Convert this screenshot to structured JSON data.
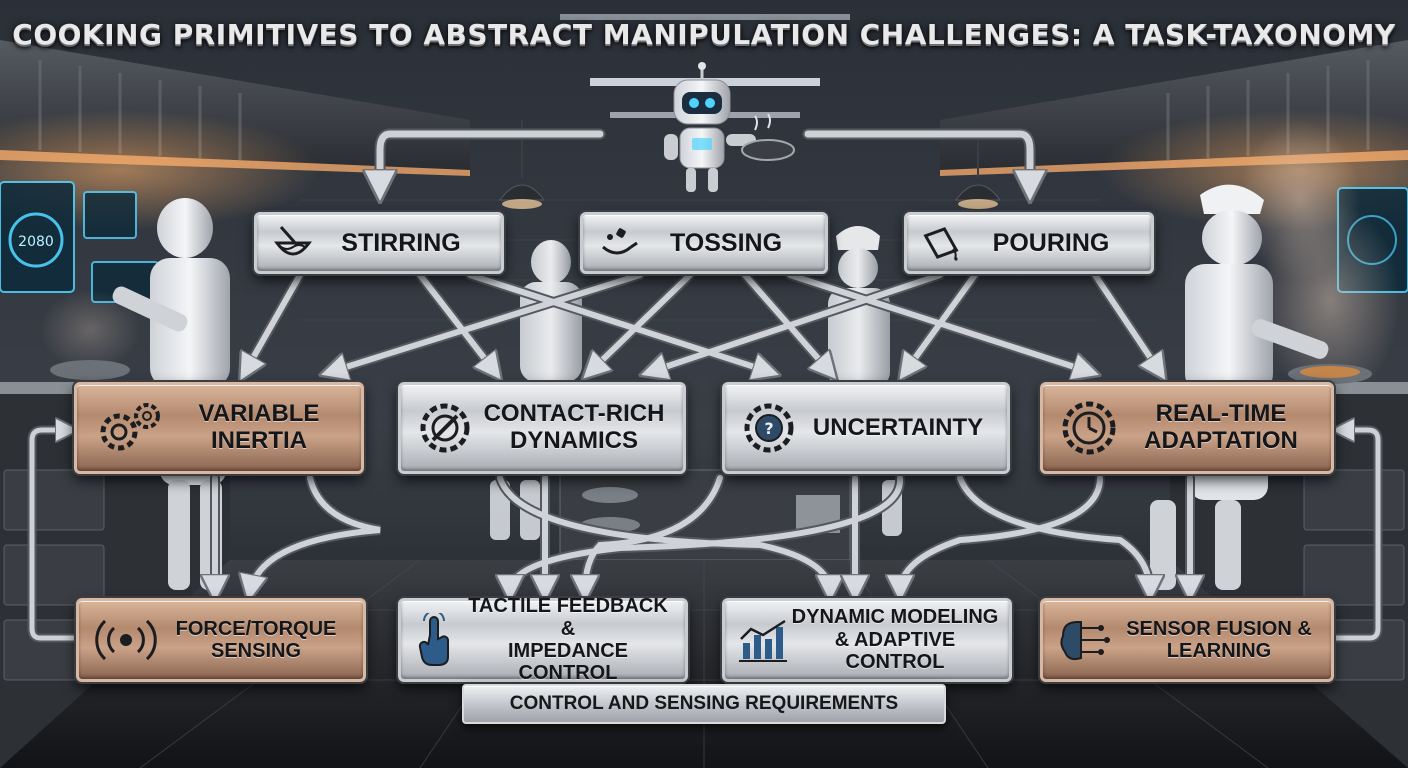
{
  "title": "COOKING PRIMITIVES TO ABSTRACT MANIPULATION CHALLENGES: A TASK-TAXONOMY",
  "screen_readout": "2080",
  "primitives": [
    {
      "label": "STIRRING",
      "icon": "bowl-spoon-icon"
    },
    {
      "label": "TOSSING",
      "icon": "pan-toss-icon"
    },
    {
      "label": "POURING",
      "icon": "pitcher-pour-icon"
    }
  ],
  "challenges": [
    {
      "line1": "VARIABLE",
      "line2": "INERTIA",
      "icon": "gears-icon"
    },
    {
      "line1": "CONTACT-RICH",
      "line2": "DYNAMICS",
      "icon": "gear-wrench-icon"
    },
    {
      "line1": "UNCERTAINTY",
      "line2": "",
      "icon": "question-gear-icon"
    },
    {
      "line1": "REAL-TIME",
      "line2": "ADAPTATION",
      "icon": "clock-gear-icon"
    }
  ],
  "requirements": [
    {
      "line1": "FORCE/TORQUE",
      "line2": "SENSING",
      "icon": "vibration-sensor-icon"
    },
    {
      "line1": "TACTILE FEEDBACK &",
      "line2": "IMPEDANCE CONTROL",
      "icon": "touch-hand-icon"
    },
    {
      "line1": "DYNAMIC MODELING",
      "line2": "& ADAPTIVE CONTROL",
      "icon": "bar-chart-icon"
    },
    {
      "line1": "SENSOR FUSION &",
      "line2": "LEARNING",
      "icon": "brain-circuit-icon"
    }
  ],
  "footer": "CONTROL AND SENSING REQUIREMENTS",
  "colors": {
    "silver": "#c7cacf",
    "bronze": "#b48a6f",
    "text": "#14161a",
    "screen_glow": "#4fd3ff",
    "lamp_glow": "#ffb36b"
  }
}
